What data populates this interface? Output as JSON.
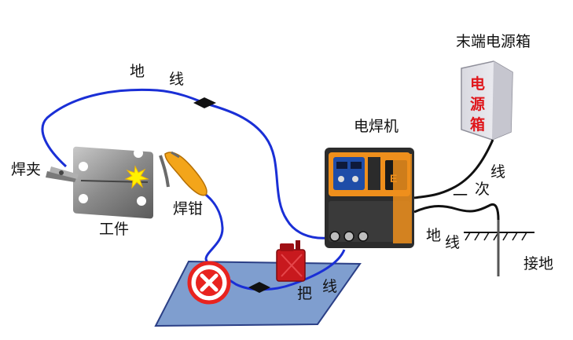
{
  "labels": {
    "ground_wire_1": "地",
    "ground_wire_2": "线",
    "welding_machine": "电焊机",
    "power_box_title": "末端电源箱",
    "power_box_text_1": "电",
    "power_box_text_2": "源",
    "power_box_text_3": "箱",
    "primary_wire_1": "线",
    "primary_wire_2": "一",
    "primary_wire_3": "次",
    "ground_clamp": "焊夹",
    "electrode_holder": "焊钳",
    "workpiece": "工件",
    "ground_line_1": "地",
    "ground_line_2": "线",
    "earthing": "接地",
    "handle_wire_1": "把",
    "handle_wire_2": "线"
  },
  "colors": {
    "wire": "#1a2fd6",
    "connector": "#111111",
    "platform": "#7f9ecf",
    "platform_edge": "#2b3f86",
    "machine_orange": "#ef8f1c",
    "machine_dark": "#2c2c2c",
    "forbidden": "#e8231f",
    "fuel_can": "#c8191e",
    "power_box": "#e6e6ec"
  }
}
